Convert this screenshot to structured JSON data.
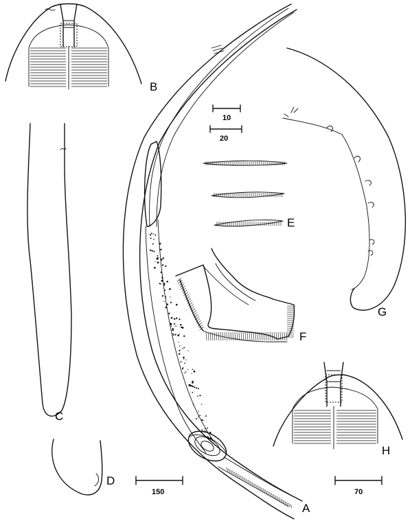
{
  "panels": {
    "A": "A",
    "B": "B",
    "C": "C",
    "D": "D",
    "E": "E",
    "F": "F",
    "G": "G",
    "H": "H"
  },
  "scale_bars": {
    "s10": "10",
    "s20": "20",
    "s150": "150",
    "s70": "70"
  },
  "colors": {
    "ink": "#111111",
    "background": "#ffffff"
  }
}
